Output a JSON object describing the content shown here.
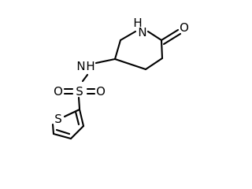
{
  "molecule": {
    "atoms": {
      "ring_nh": "H",
      "ring_n": "N",
      "carbonyl_o": "O",
      "nh_n": "N",
      "nh_h": "H",
      "sulfur": "S",
      "sulfonyl_o_left": "O",
      "sulfonyl_o_right": "O",
      "thiophene_s": "S"
    }
  }
}
